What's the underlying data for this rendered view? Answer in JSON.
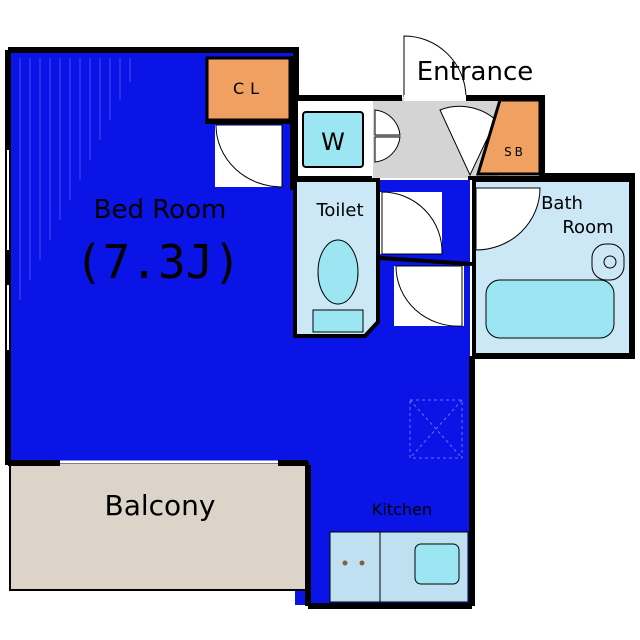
{
  "colors": {
    "room_blue": "#0a14e6",
    "wall": "#000000",
    "closet_orange": "#f0a060",
    "balcony_beige": "#dcd4c8",
    "bath_light": "#cce8f6",
    "tub_cyan": "#9be6f2",
    "entrance_gray": "#d4d4d4",
    "toilet_fill": "#cce8f6",
    "kitchen_fill": "#bfe0f0",
    "door_white": "#ffffff"
  },
  "rooms": {
    "bed_room": {
      "label": "Bed Room",
      "size": "(7.3J)"
    },
    "closet": {
      "label": "CL"
    },
    "washer": {
      "label": "W"
    },
    "entrance": {
      "label": "Entrance"
    },
    "shoe_box": {
      "label": "SB"
    },
    "toilet": {
      "label": "Toilet"
    },
    "bath_room": {
      "line1": "Bath",
      "line2": "Room"
    },
    "balcony": {
      "label": "Balcony"
    },
    "kitchen": {
      "label": "Kitchen"
    }
  }
}
